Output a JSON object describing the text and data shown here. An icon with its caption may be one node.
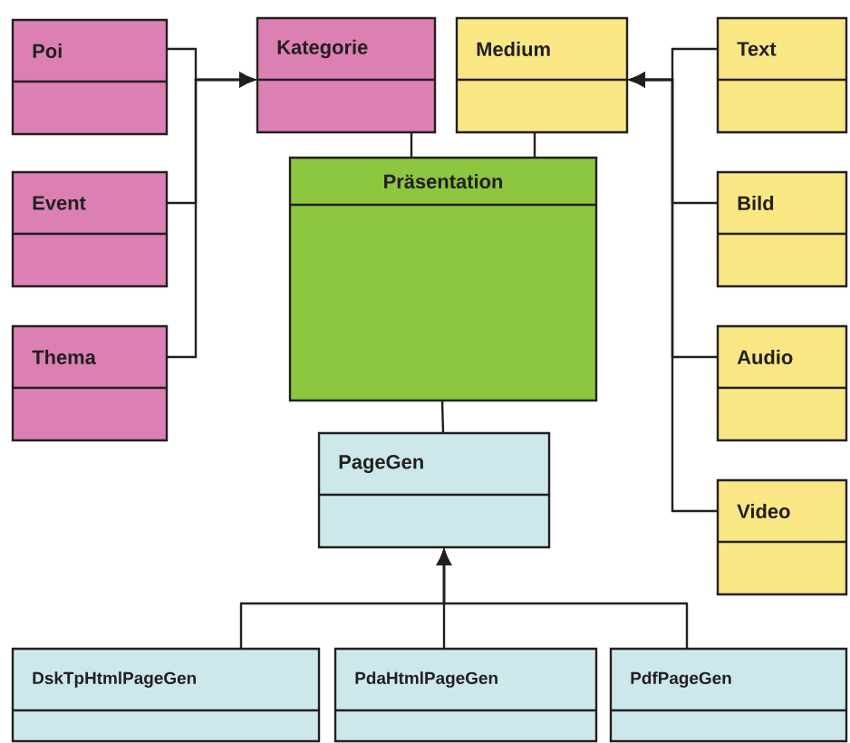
{
  "diagram": {
    "nodes": [
      {
        "text": [
          "Poi"
        ]
      },
      {
        "text": [
          "Event"
        ]
      },
      {
        "text": [
          "Thema"
        ]
      },
      {
        "text": [
          "Kategorie"
        ]
      },
      {
        "text": [
          "Medium"
        ]
      },
      {
        "text": [
          "Präsentation"
        ]
      },
      {
        "text": [
          "PageGen"
        ]
      },
      {
        "text": [
          "Text"
        ]
      },
      {
        "text": [
          "Bild"
        ]
      },
      {
        "text": [
          "Audio"
        ]
      },
      {
        "text": [
          "Video"
        ]
      },
      {
        "text": [
          "DskTpHtmlPageGen"
        ]
      },
      {
        "text": [
          "PdaHtmlPageGen"
        ]
      },
      {
        "text": [
          "PdfPageGen"
        ]
      }
    ],
    "edges": [
      {
        "from": 0,
        "to": 3,
        "arrow": "to"
      },
      {
        "from": 1,
        "to": 3,
        "arrow": "to"
      },
      {
        "from": 2,
        "to": 3,
        "arrow": "to"
      },
      {
        "from": 7,
        "to": 4,
        "arrow": "to"
      },
      {
        "from": 8,
        "to": 4,
        "arrow": "to"
      },
      {
        "from": 9,
        "to": 4,
        "arrow": "to"
      },
      {
        "from": 10,
        "to": 4,
        "arrow": "to"
      },
      {
        "from": 3,
        "to": 5,
        "arrow": "none"
      },
      {
        "from": 4,
        "to": 5,
        "arrow": "none"
      },
      {
        "from": 5,
        "to": 6,
        "arrow": "none"
      },
      {
        "from": 11,
        "to": 6,
        "arrow": "to"
      },
      {
        "from": 12,
        "to": 6,
        "arrow": "to"
      },
      {
        "from": 13,
        "to": 6,
        "arrow": "to"
      }
    ]
  }
}
